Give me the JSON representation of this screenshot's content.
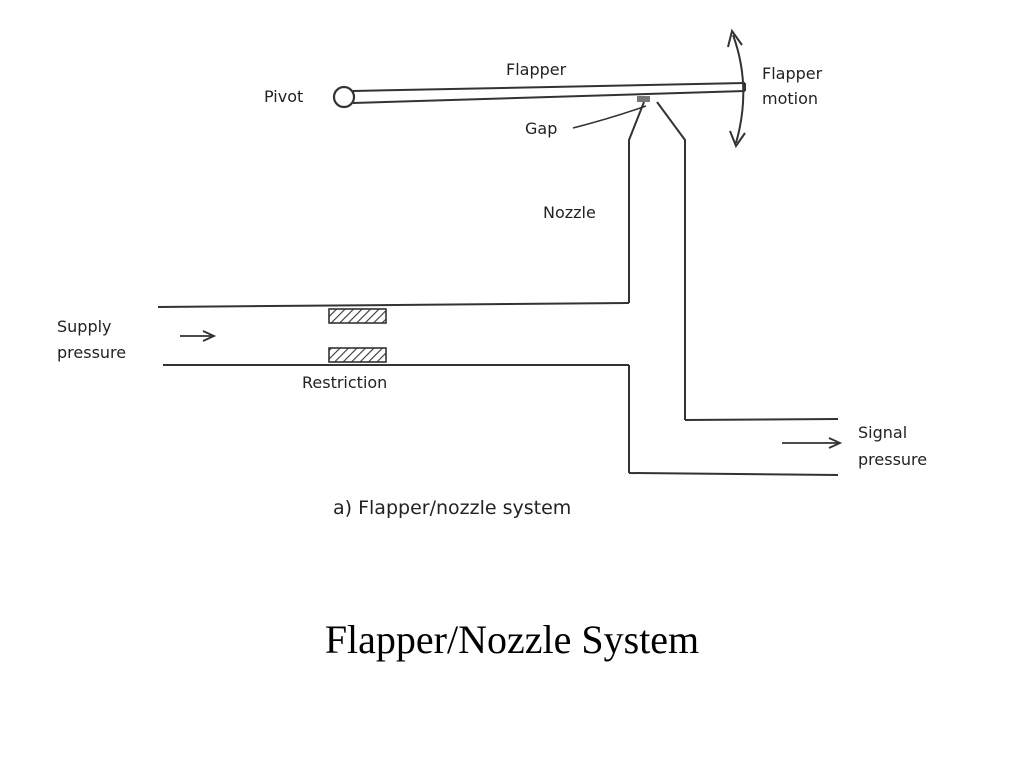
{
  "diagram": {
    "labels": {
      "flapper": "Flapper",
      "pivot": "Pivot",
      "gap": "Gap",
      "flapper_motion_line1": "Flapper",
      "flapper_motion_line2": "motion",
      "nozzle": "Nozzle",
      "supply_line1": "Supply",
      "supply_line2": "pressure",
      "restriction": "Restriction",
      "signal_line1": "Signal",
      "signal_line2": "pressure"
    },
    "caption": "a) Flapper/nozzle system"
  },
  "slide": {
    "title": "Flapper/Nozzle System"
  }
}
